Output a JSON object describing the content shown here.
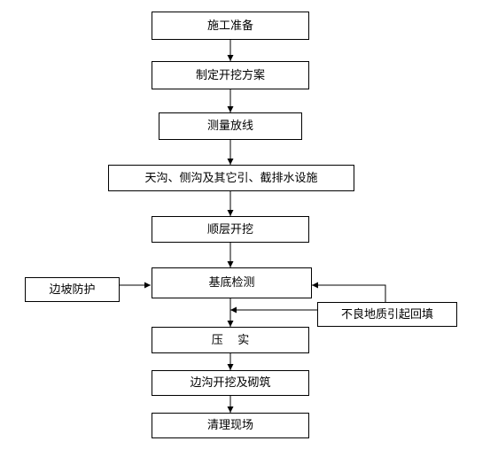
{
  "flowchart": {
    "nodes": {
      "prep": "施工准备",
      "plan": "制定开挖方案",
      "survey": "测量放线",
      "drainage": "天沟、侧沟及其它引、截排水设施",
      "excavate": "顺层开挖",
      "inspect": "基底检测",
      "slope_protect": "边坡防护",
      "backfill": "不良地质引起回填",
      "compact": "压    实",
      "ditch": "边沟开挖及砌筑",
      "cleanup": "清理现场"
    }
  }
}
